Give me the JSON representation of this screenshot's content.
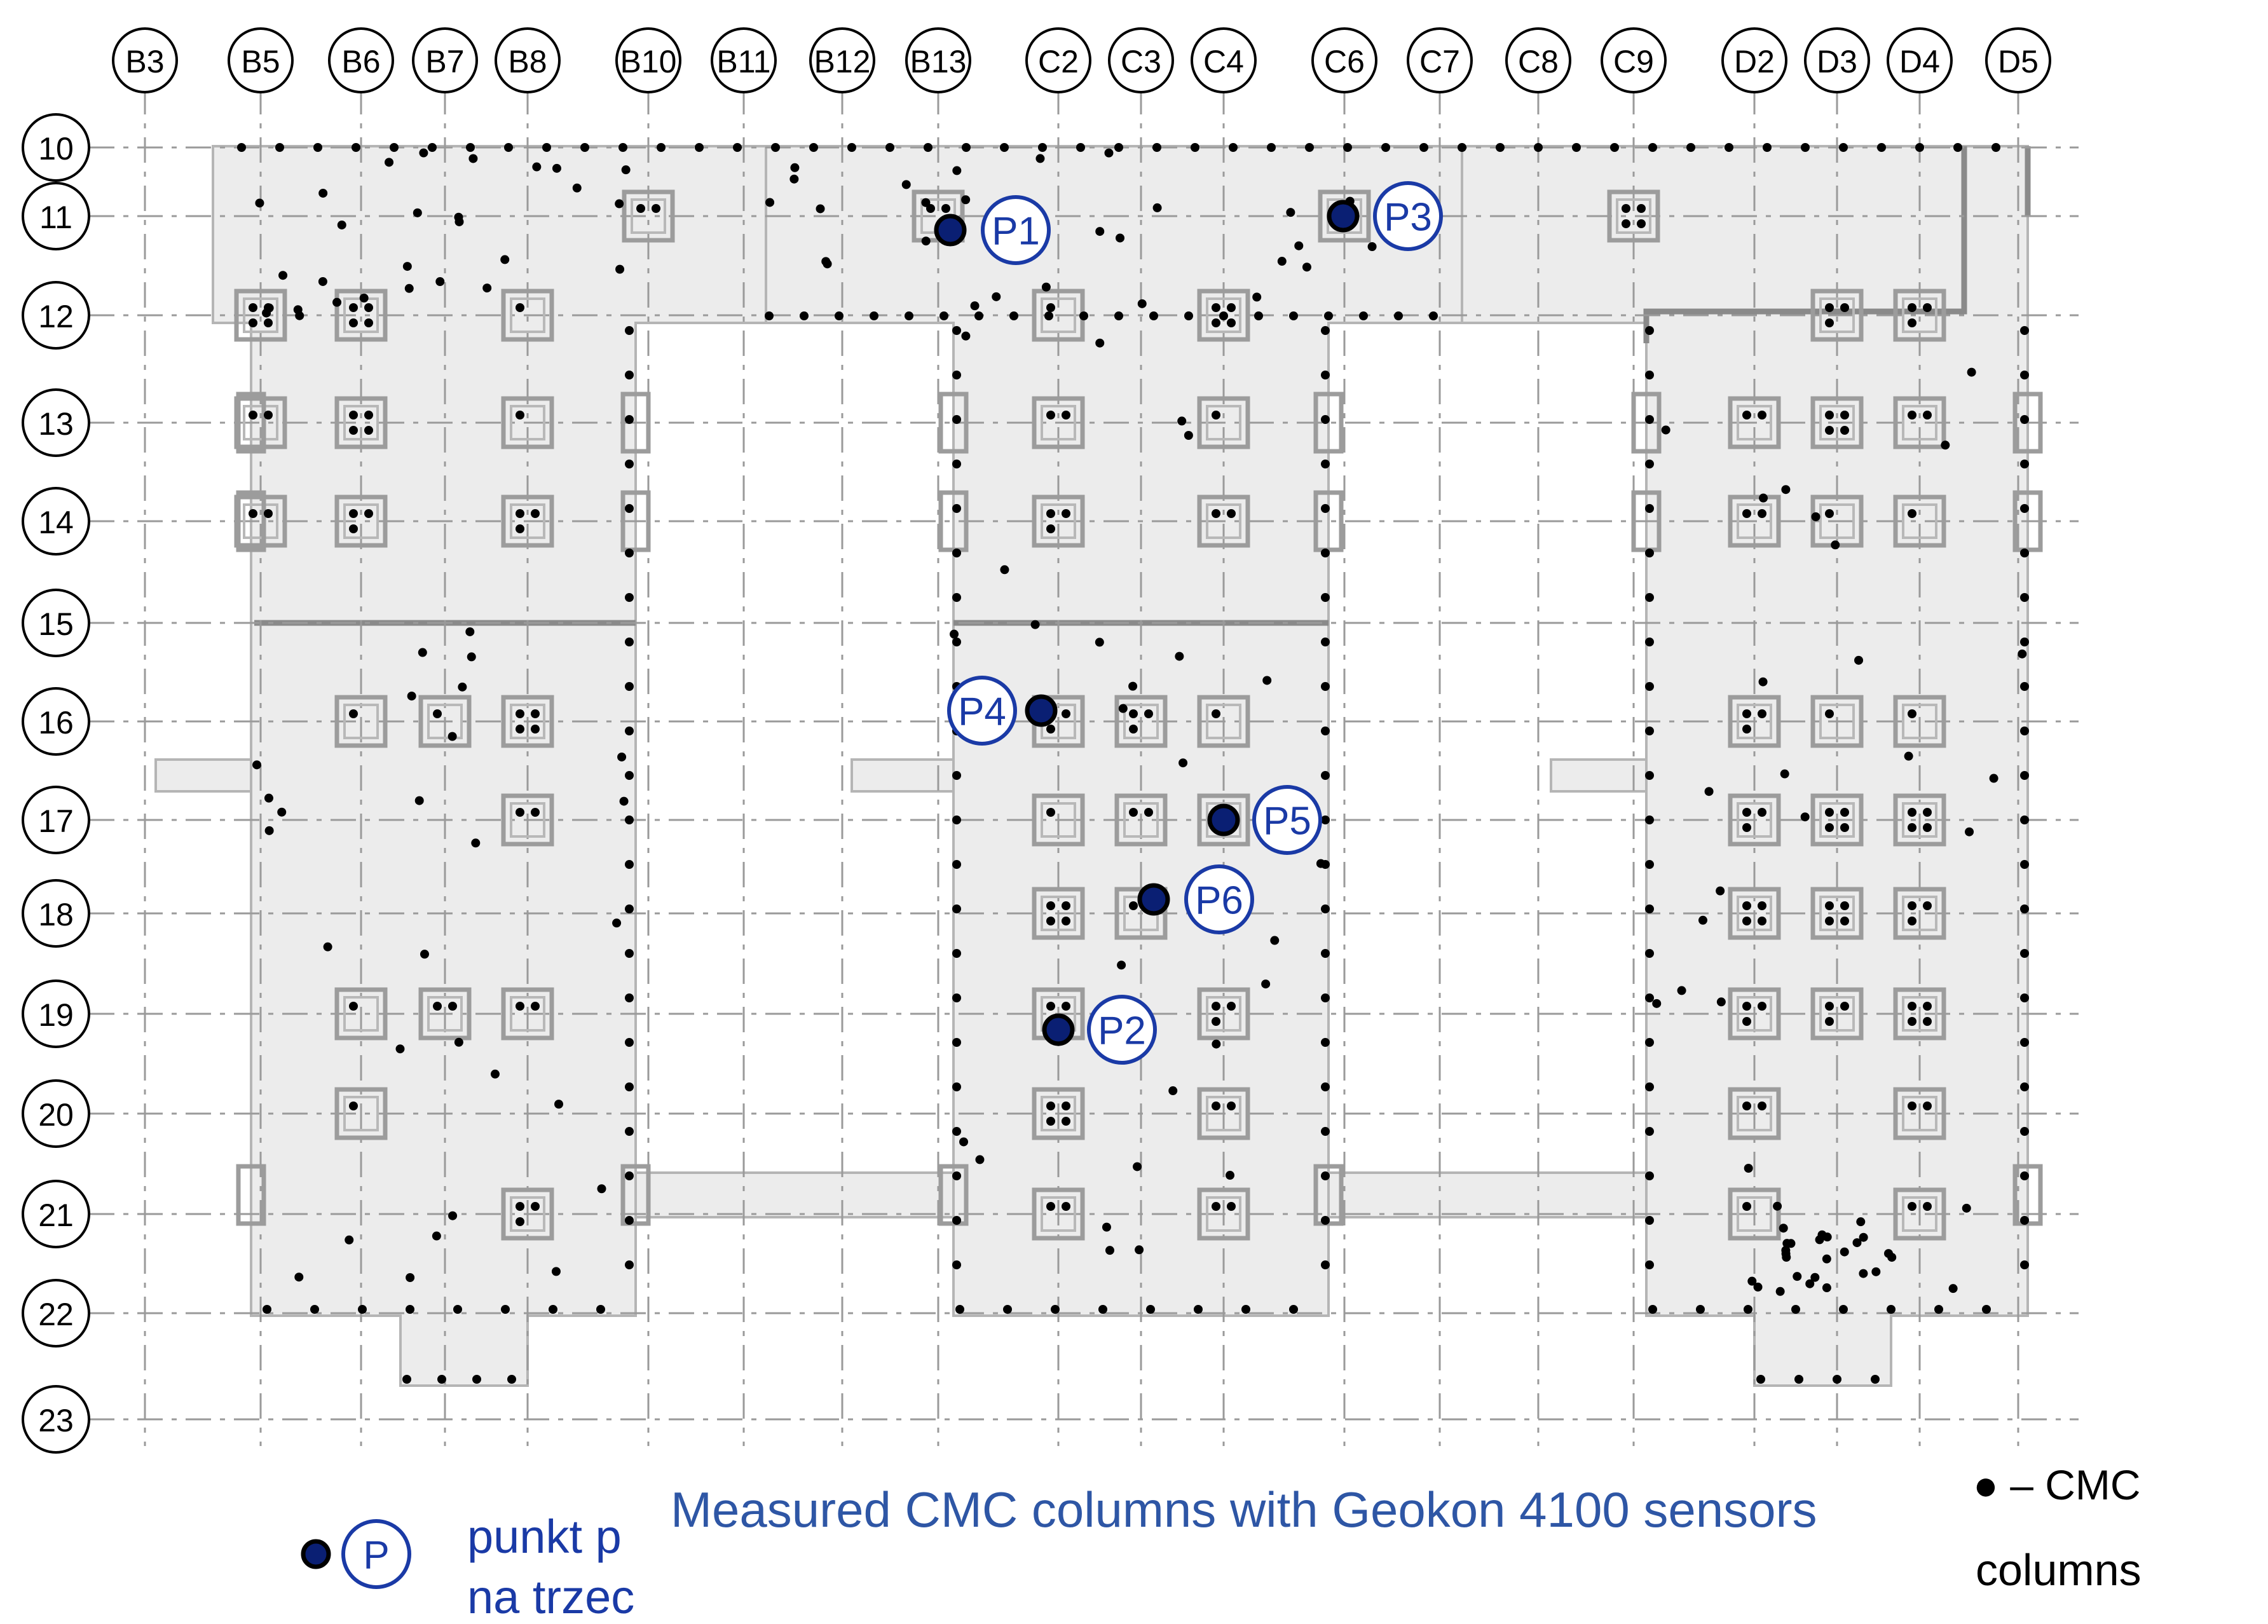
{
  "column_axes": [
    "B3",
    "B5",
    "B6",
    "B7",
    "B8",
    "B10",
    "B11",
    "B12",
    "B13",
    "C2",
    "C3",
    "C4",
    "C6",
    "C7",
    "C8",
    "C9",
    "D2",
    "D3",
    "D4",
    "D5"
  ],
  "row_axes": [
    "10",
    "11",
    "12",
    "13",
    "14",
    "15",
    "16",
    "17",
    "18",
    "19",
    "20",
    "21",
    "22",
    "23"
  ],
  "measured_points": [
    {
      "label": "P1",
      "grid": "B13 / 11"
    },
    {
      "label": "P3",
      "grid": "C6 / 11"
    },
    {
      "label": "P4",
      "grid": "C2 / 16"
    },
    {
      "label": "P5",
      "grid": "C4 / 17"
    },
    {
      "label": "P6",
      "grid": "C3 / 18"
    },
    {
      "label": "P2",
      "grid": "C2 / 19"
    }
  ],
  "caption": "Measured CMC columns with Geokon 4100 sensors",
  "legend": {
    "cmc_symbol": "●  –  CMC",
    "cmc_label": "columns",
    "point_symbol": "P",
    "point_text_line1": "punkt p",
    "point_text_line2": "na trzec"
  },
  "colors": {
    "point_fill": "#0a1f73",
    "point_label": "#1a3aa6",
    "caption": "#2e56a5",
    "slab": "#ececec"
  }
}
